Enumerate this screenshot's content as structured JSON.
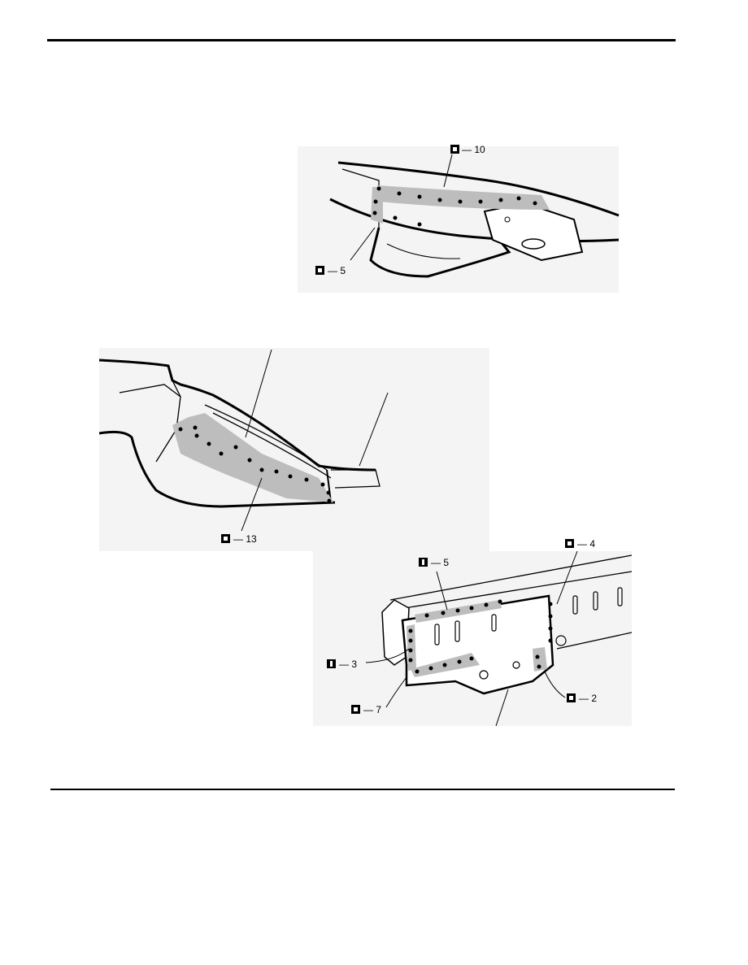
{
  "callouts": {
    "fig1_top": "— 10",
    "fig1_left": "— 5",
    "fig2_bottom": "— 13",
    "fig3_top_left": "— 5",
    "fig3_top_right": "— 4",
    "fig3_left": "— 3",
    "fig3_bottom_left": "— 7",
    "fig3_bottom_right": "— 2"
  }
}
